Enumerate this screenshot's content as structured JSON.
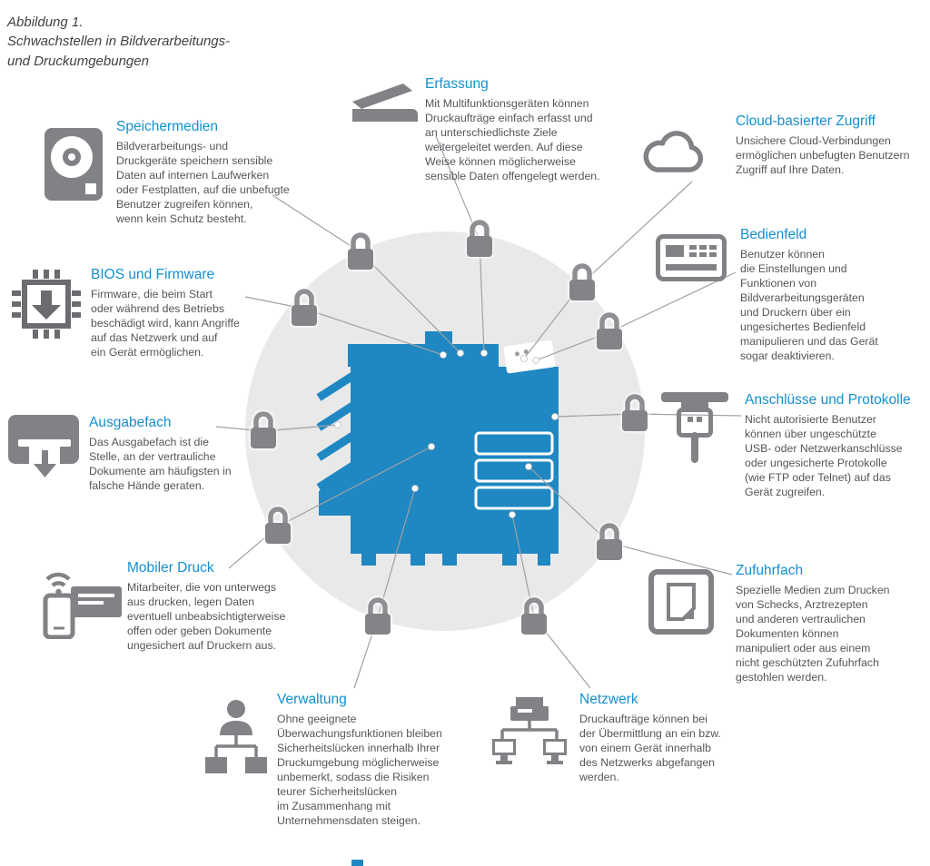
{
  "figure_caption": "Abbildung 1.\nSchwachstellen in Bildverarbeitungs-\nund Druckumgebungen",
  "colors": {
    "accent_blue": "#1490cf",
    "printer_blue": "#1f87c2",
    "icon_gray": "#808285",
    "circle_gray": "#e9e9ea",
    "body_text": "#54555a",
    "connector_line": "#9fa1a4"
  },
  "padlocks": {
    "icon": "padlock-icon",
    "count": 11
  },
  "callouts": [
    {
      "id": "speichermedien",
      "title": "Speichermedien",
      "icon": "hard-drive-icon",
      "body": "Bildverarbeitungs- und\nDruckgeräte speichern sensible\nDaten auf internen Laufwerken\noder Festplatten, auf die unbefugte\nBenutzer zugreifen können,\nwenn kein Schutz besteht."
    },
    {
      "id": "erfassung",
      "title": "Erfassung",
      "icon": "scanner-icon",
      "body": "Mit Multifunktionsgeräten können\nDruckaufträge einfach erfasst und\nan unterschiedlichste Ziele\nweitergeleitet werden. Auf diese\nWeise können möglicherweise\nsensible Daten offengelegt werden."
    },
    {
      "id": "cloud-basierter-zugriff",
      "title": "Cloud-basierter Zugriff",
      "icon": "cloud-icon",
      "body": "Unsichere Cloud-Verbindungen\nermöglichen unbefugten Benutzern\nZugriff auf Ihre Daten."
    },
    {
      "id": "bios-und-firmware",
      "title": "BIOS und Firmware",
      "icon": "firmware-chip-icon",
      "body": "Firmware, die beim Start\noder während des Betriebs\nbeschädigt wird, kann Angriffe\nauf das Netzwerk und auf\nein Gerät ermöglichen."
    },
    {
      "id": "bedienfeld",
      "title": "Bedienfeld",
      "icon": "control-panel-icon",
      "body": "Benutzer können\ndie Einstellungen und\nFunktionen von\nBildverarbeitungsgeräten\nund Druckern über ein\nungesichertes Bedienfeld\nmanipulieren und das Gerät\nsogar deaktivieren."
    },
    {
      "id": "ausgabefach",
      "title": "Ausgabefach",
      "icon": "output-tray-printer-icon",
      "body": "Das Ausgabefach ist die\nStelle, an der vertrauliche\nDokumente am häufigsten in\nfalsche Hände geraten."
    },
    {
      "id": "anschluesse-und-protokolle",
      "title": "Anschlüsse und Protokolle",
      "icon": "usb-cable-icon",
      "body": "Nicht autorisierte Benutzer\nkönnen über ungeschützte\nUSB- oder Netzwerkanschlüsse\noder ungesicherte Protokolle\n(wie FTP oder Telnet) auf das\nGerät zugreifen."
    },
    {
      "id": "mobiler-druck",
      "title": "Mobiler Druck",
      "icon": "mobile-devices-icon",
      "body": "Mitarbeiter, die von unterwegs\naus drucken, legen Daten\neventuell unbeabsichtigterweise\noffen oder geben Dokumente\nungesichert auf Druckern aus."
    },
    {
      "id": "zufuhrfach",
      "title": "Zufuhrfach",
      "icon": "input-tray-icon",
      "body": "Spezielle Medien zum Drucken\nvon Schecks, Arztrezepten\nund anderen vertraulichen\nDokumenten können\nmanipuliert oder aus einem\nnicht geschützten Zufuhrfach\ngestohlen werden."
    },
    {
      "id": "verwaltung",
      "title": "Verwaltung",
      "icon": "org-chart-icon",
      "body": "Ohne geeignete\nÜberwachungsfunktionen bleiben\nSicherheitslücken innerhalb Ihrer\nDruckumgebung möglicherweise\nunbemerkt, sodass die Risiken\nteurer Sicherheitslücken\nim Zusammenhang mit\nUnternehmensdaten steigen."
    },
    {
      "id": "netzwerk",
      "title": "Netzwerk",
      "icon": "network-icon",
      "body": "Druckaufträge können bei\nder Übermittlung an ein bzw.\nvon einem Gerät innerhalb\ndes Netzwerks abgefangen\nwerden."
    }
  ]
}
